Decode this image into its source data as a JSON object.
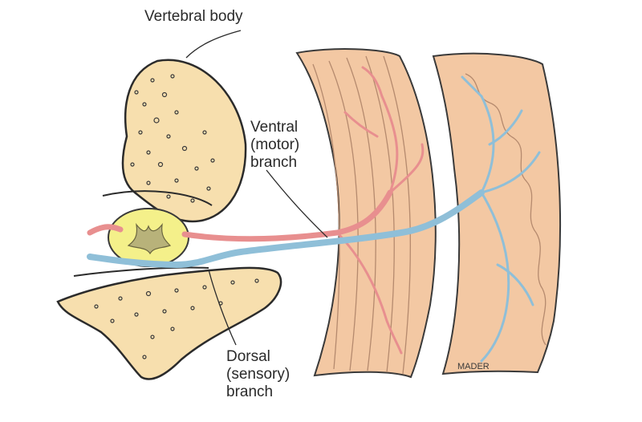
{
  "labels": {
    "vertebral_body": "Vertebral body",
    "ventral": [
      "Ventral",
      "(motor)",
      "branch"
    ],
    "dorsal": [
      "Dorsal",
      "(sensory)",
      "branch"
    ],
    "signature": "MADER"
  },
  "colors": {
    "bone": "#f7dfae",
    "bone_outline": "#2b2b2b",
    "spinal_cord": "#f4f08a",
    "gray_matter": "#8a8560",
    "muscle": "#f3c8a3",
    "muscle_lines": "#b58a6e",
    "motor_nerve": "#e88f8f",
    "sensory_nerve": "#8fbfd8",
    "text": "#2a2a2a"
  }
}
